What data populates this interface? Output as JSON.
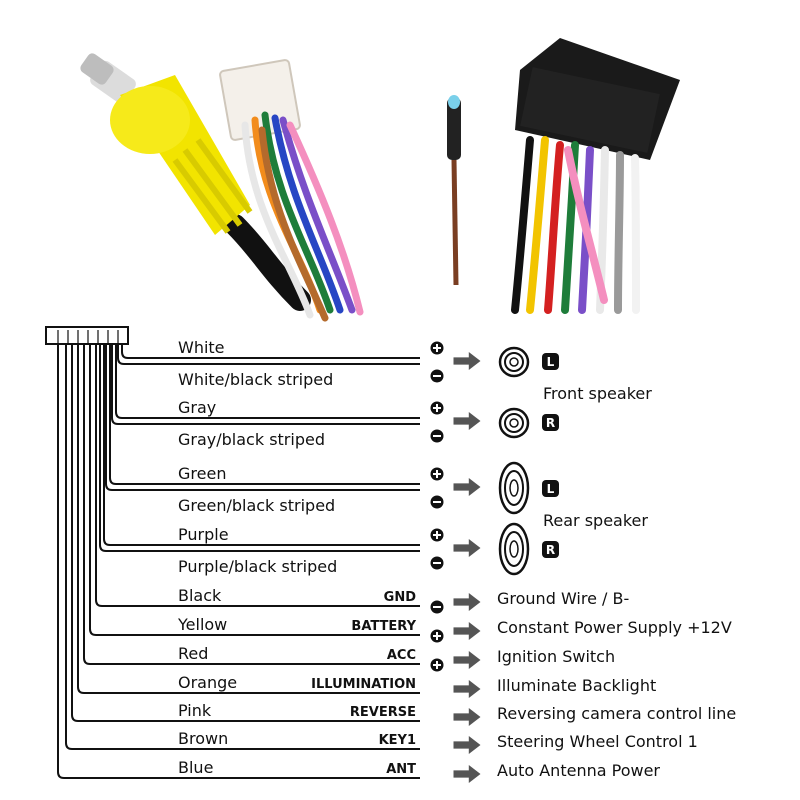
{
  "wires": [
    {
      "label": "White",
      "tag": "",
      "description": "",
      "terminal": "plus"
    },
    {
      "label": "White/black striped",
      "tag": "",
      "description": "",
      "terminal": "minus"
    },
    {
      "label": "Gray",
      "tag": "",
      "description": "",
      "terminal": "plus"
    },
    {
      "label": "Gray/black striped",
      "tag": "",
      "description": "",
      "terminal": "minus"
    },
    {
      "label": "Green",
      "tag": "",
      "description": "",
      "terminal": "plus"
    },
    {
      "label": "Green/black striped",
      "tag": "",
      "description": "",
      "terminal": "minus"
    },
    {
      "label": "Purple",
      "tag": "",
      "description": "",
      "terminal": "plus"
    },
    {
      "label": "Purple/black striped",
      "tag": "",
      "description": "",
      "terminal": "minus"
    },
    {
      "label": "Black",
      "tag": "GND",
      "description": "Ground Wire / B-",
      "terminal": "minus"
    },
    {
      "label": "Yellow",
      "tag": "BATTERY",
      "description": "Constant Power Supply +12V",
      "terminal": "plus"
    },
    {
      "label": "Red",
      "tag": "ACC",
      "description": "Ignition Switch",
      "terminal": "plus"
    },
    {
      "label": "Orange",
      "tag": "ILLUMINATION",
      "description": "Illuminate Backlight",
      "terminal": "none"
    },
    {
      "label": "Pink",
      "tag": "REVERSE",
      "description": "Reversing camera control line",
      "terminal": "none"
    },
    {
      "label": "Brown",
      "tag": "KEY1",
      "description": "Steering Wheel Control 1",
      "terminal": "none"
    },
    {
      "label": "Blue",
      "tag": "ANT",
      "description": "Auto  Antenna Power",
      "terminal": "none"
    }
  ],
  "speakers": {
    "front_label": "Front speaker",
    "rear_label": "Rear speaker",
    "left_badge": "L",
    "right_badge": "R"
  },
  "colors": {
    "line": "#111111",
    "arrow": "#555555",
    "rca_yellow": "#f2e400",
    "background": "#ffffff"
  },
  "icons": [
    "plus-terminal-icon",
    "minus-terminal-icon",
    "arrow-right-icon",
    "round-speaker-icon",
    "oval-speaker-icon"
  ]
}
